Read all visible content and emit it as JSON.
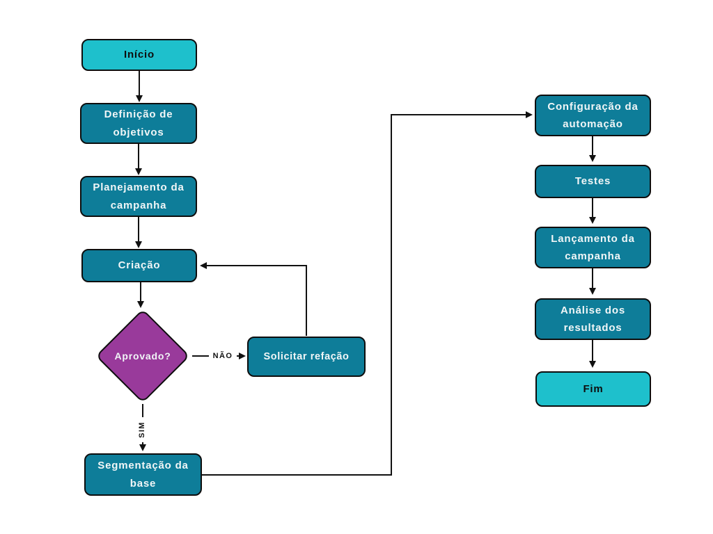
{
  "diagram": {
    "type": "flowchart",
    "language": "pt-BR",
    "background_color": "#ffffff",
    "colors": {
      "terminator_fill": "#1ec0cc",
      "process_fill": "#0e7d99",
      "decision_fill": "#993a9b",
      "outline": "#0d0d0d",
      "connector": "#111111",
      "light_text": "#f1f6f7",
      "dark_text": "#0d0d0d"
    },
    "nodes": {
      "inicio": {
        "label": "Início",
        "shape": "rounded-rectangle",
        "role": "start"
      },
      "definicao": {
        "label": "Definição de\nobjetivos",
        "shape": "rounded-rectangle",
        "role": "process"
      },
      "planejamento": {
        "label": "Planejamento da\ncampanha",
        "shape": "rounded-rectangle",
        "role": "process"
      },
      "criacao": {
        "label": "Criação",
        "shape": "rounded-rectangle",
        "role": "process"
      },
      "aprovado": {
        "label": "Aprovado?",
        "shape": "diamond",
        "role": "decision"
      },
      "solicitar": {
        "label": "Solicitar refação",
        "shape": "rounded-rectangle",
        "role": "process"
      },
      "segmentacao": {
        "label": "Segmentação da\nbase",
        "shape": "rounded-rectangle",
        "role": "process"
      },
      "configuracao": {
        "label": "Configuração da\nautomação",
        "shape": "rounded-rectangle",
        "role": "process"
      },
      "testes": {
        "label": "Testes",
        "shape": "rounded-rectangle",
        "role": "process"
      },
      "lancamento": {
        "label": "Lançamento da\ncampanha",
        "shape": "rounded-rectangle",
        "role": "process"
      },
      "analise": {
        "label": "Análise dos\nresultados",
        "shape": "rounded-rectangle",
        "role": "process"
      },
      "fim": {
        "label": "Fim",
        "shape": "rounded-rectangle",
        "role": "end"
      }
    },
    "edge_labels": {
      "no": "NÃO",
      "yes": "SIM"
    },
    "edges": [
      {
        "from": "inicio",
        "to": "definicao"
      },
      {
        "from": "definicao",
        "to": "planejamento"
      },
      {
        "from": "planejamento",
        "to": "criacao"
      },
      {
        "from": "criacao",
        "to": "aprovado"
      },
      {
        "from": "aprovado",
        "to": "solicitar",
        "label": "NÃO"
      },
      {
        "from": "solicitar",
        "to": "criacao"
      },
      {
        "from": "aprovado",
        "to": "segmentacao",
        "label": "SIM"
      },
      {
        "from": "segmentacao",
        "to": "configuracao"
      },
      {
        "from": "configuracao",
        "to": "testes"
      },
      {
        "from": "testes",
        "to": "lancamento"
      },
      {
        "from": "lancamento",
        "to": "analise"
      },
      {
        "from": "analise",
        "to": "fim"
      }
    ]
  }
}
